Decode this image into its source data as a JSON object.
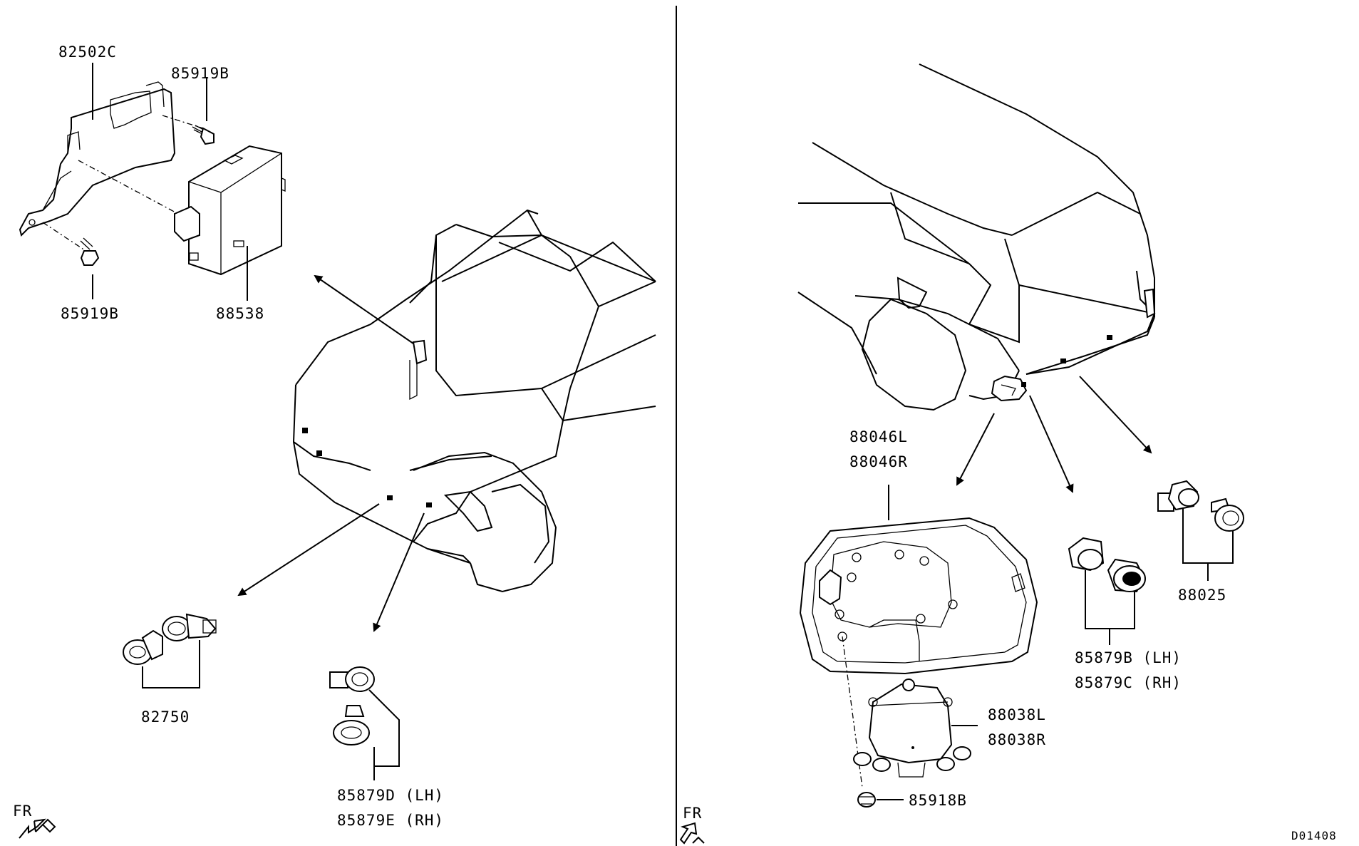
{
  "labels": {
    "bracket": "82502C",
    "bolt_top": "85919B",
    "bolt_bottom": "85919B",
    "ecu_front": "88538",
    "sensor_front_pair": "82750",
    "sensor_front_corner_lh": "85879D (LH)",
    "sensor_front_corner_rh": "85879E (RH)",
    "rear_cover_l": "88046L",
    "rear_cover_r": "88046R",
    "rear_corner_lh": "85879B (LH)",
    "rear_corner_rh": "85879C (RH)",
    "rear_sensor_pair": "88025",
    "radar_unit_l": "88038L",
    "radar_unit_r": "88038R",
    "screw": "85918B",
    "fr_left": "FR",
    "fr_right": "FR",
    "diagram_code": "D01408"
  },
  "icons": [
    "fr-arrow-icon",
    "direction-arrow-icon",
    "sensor-icon",
    "bracket-icon",
    "control-unit-icon",
    "bolt-icon"
  ]
}
